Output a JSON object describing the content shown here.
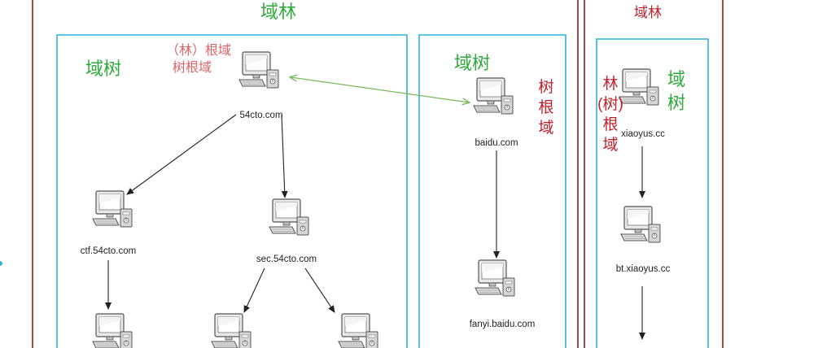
{
  "forest_main": {
    "title": "域林"
  },
  "forest_right": {
    "title": "域林"
  },
  "tree_left": {
    "title": "域树",
    "root_note_line1": "（林）根域",
    "root_note_line2": "树根域"
  },
  "tree_middle": {
    "title": "域树",
    "root_note": [
      "树",
      "根",
      "域"
    ]
  },
  "tree_right": {
    "title": [
      "域",
      "树"
    ],
    "root_note": [
      "林",
      "(树)",
      "根",
      "域"
    ]
  },
  "hosts": {
    "root_54cto": "54cto.com",
    "ctf": "ctf.54cto.com",
    "sec": "sec.54cto.com",
    "baidu": "baidu.com",
    "fanyi": "fanyi.baidu.com",
    "xiaoyus": "xiaoyus.cc",
    "bt": "bt.xiaoyus.cc"
  },
  "colors": {
    "forest_border": "#8b1a1a",
    "tree_border": "#2fb3d6",
    "trust_link": "#7ab85a",
    "arrow": "#222222"
  }
}
